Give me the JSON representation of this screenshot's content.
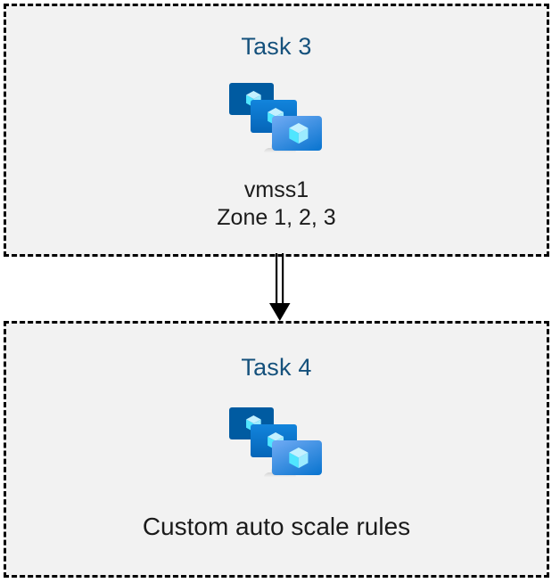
{
  "diagram": {
    "type": "flow",
    "orientation": "vertical",
    "background_color": "#ffffff",
    "box_fill_color": "#f2f2f2",
    "box_border_color": "#000000",
    "box_border_style": "dashed",
    "title_color": "#15517c",
    "caption_color": "#1b1b1b",
    "connector_color": "#000000"
  },
  "nodes": [
    {
      "id": "task-3",
      "title": "Task 3",
      "icon": "azure-virtual-machine-scale-set-icon",
      "lines": [
        "vmss1",
        "Zone 1, 2, 3"
      ]
    },
    {
      "id": "task-4",
      "title": "Task 4",
      "icon": "azure-virtual-machine-scale-set-icon",
      "lines": [
        "Custom auto scale rules"
      ]
    }
  ],
  "connector": {
    "from": "task-3",
    "to": "task-4",
    "style": "double-line-arrow",
    "direction": "down"
  },
  "icon_palette": {
    "monitor_back": "#005BA1",
    "monitor_mid_top": "#0F7DD4",
    "monitor_mid_bottom": "#0669BC",
    "monitor_front_top": "#5EA0EF",
    "monitor_front_bottom": "#0E77D1",
    "cube_light": "#C3F1FF",
    "cube_mid": "#9CEBFF",
    "cube_dark": "#50E6FF",
    "stand_gray": "#B3B3B3"
  }
}
